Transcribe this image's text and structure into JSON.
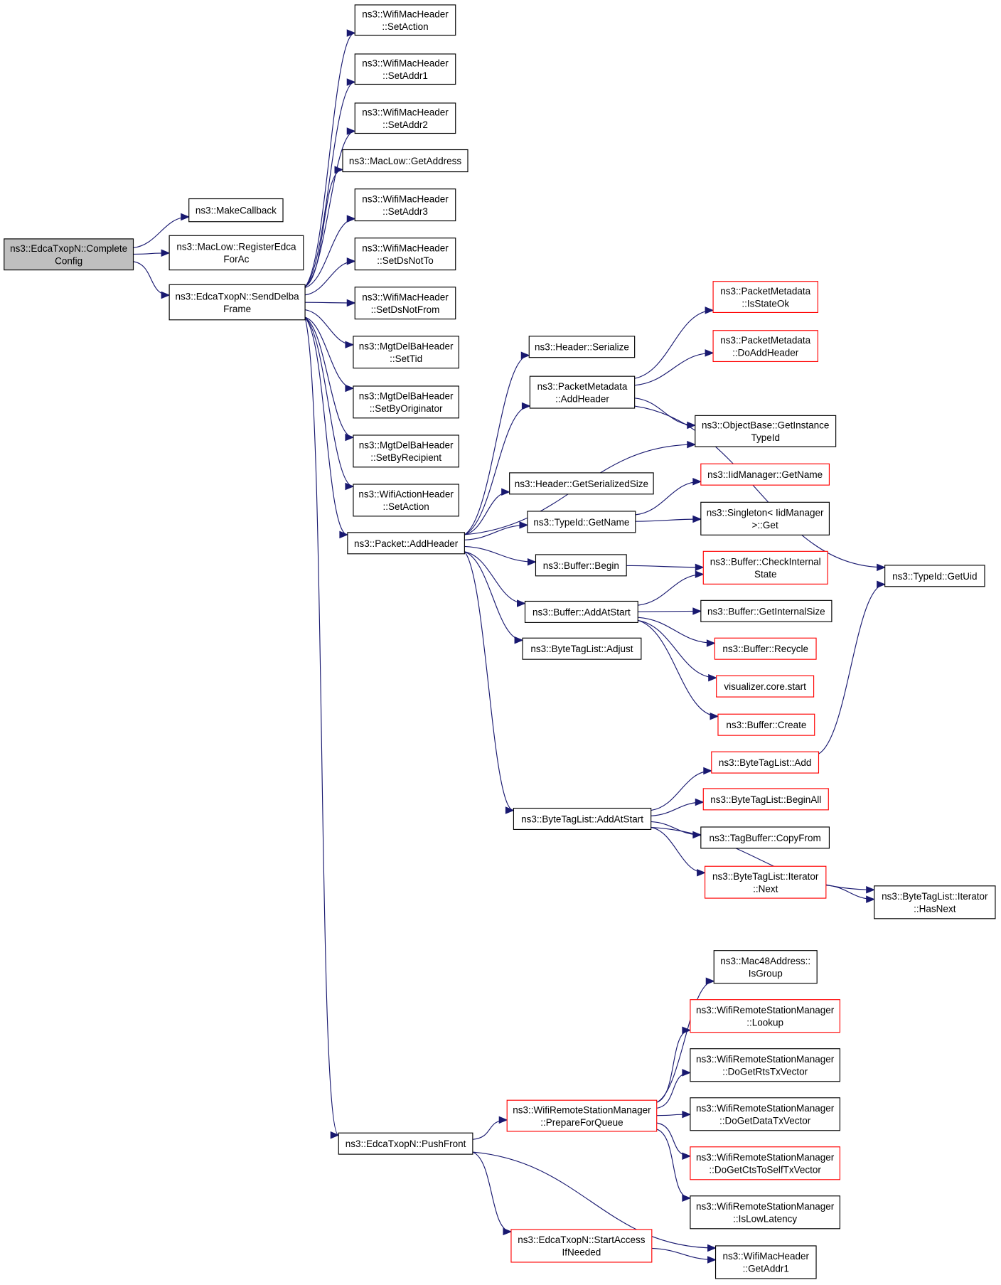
{
  "colors": {
    "edge": "#191970",
    "node_border": "#000000",
    "truncated_border": "#ff0000",
    "root_fill": "#bfbfbf",
    "node_fill": "#ffffff"
  },
  "nodes": {
    "n0": {
      "lines": [
        "ns3::EdcaTxopN::Complete",
        "Config"
      ],
      "style": "root"
    },
    "n1": {
      "lines": [
        "ns3::MakeCallback"
      ],
      "style": "normal"
    },
    "n2": {
      "lines": [
        "ns3::MacLow::RegisterEdca",
        "ForAc"
      ],
      "style": "normal"
    },
    "n3": {
      "lines": [
        "ns3::EdcaTxopN::SendDelba",
        "Frame"
      ],
      "style": "normal"
    },
    "n4": {
      "lines": [
        "ns3::WifiMacHeader",
        "::SetAction"
      ],
      "style": "normal"
    },
    "n5": {
      "lines": [
        "ns3::WifiMacHeader",
        "::SetAddr1"
      ],
      "style": "normal"
    },
    "n6": {
      "lines": [
        "ns3::WifiMacHeader",
        "::SetAddr2"
      ],
      "style": "normal"
    },
    "n7": {
      "lines": [
        "ns3::MacLow::GetAddress"
      ],
      "style": "normal"
    },
    "n8": {
      "lines": [
        "ns3::WifiMacHeader",
        "::SetAddr3"
      ],
      "style": "normal"
    },
    "n9": {
      "lines": [
        "ns3::WifiMacHeader",
        "::SetDsNotTo"
      ],
      "style": "normal"
    },
    "n10": {
      "lines": [
        "ns3::WifiMacHeader",
        "::SetDsNotFrom"
      ],
      "style": "normal"
    },
    "n11": {
      "lines": [
        "ns3::MgtDelBaHeader",
        "::SetTid"
      ],
      "style": "normal"
    },
    "n12": {
      "lines": [
        "ns3::MgtDelBaHeader",
        "::SetByOriginator"
      ],
      "style": "normal"
    },
    "n13": {
      "lines": [
        "ns3::MgtDelBaHeader",
        "::SetByRecipient"
      ],
      "style": "normal"
    },
    "n14": {
      "lines": [
        "ns3::WifiActionHeader",
        "::SetAction"
      ],
      "style": "normal"
    },
    "n15": {
      "lines": [
        "ns3::Packet::AddHeader"
      ],
      "style": "normal"
    },
    "n16": {
      "lines": [
        "ns3::EdcaTxopN::PushFront"
      ],
      "style": "normal"
    },
    "n17": {
      "lines": [
        "ns3::Header::Serialize"
      ],
      "style": "normal"
    },
    "n18": {
      "lines": [
        "ns3::PacketMetadata",
        "::AddHeader"
      ],
      "style": "normal"
    },
    "n19": {
      "lines": [
        "ns3::ObjectBase::GetInstance",
        "TypeId"
      ],
      "style": "normal"
    },
    "n20": {
      "lines": [
        "ns3::Header::GetSerializedSize"
      ],
      "style": "normal"
    },
    "n21": {
      "lines": [
        "ns3::TypeId::GetName"
      ],
      "style": "normal"
    },
    "n22": {
      "lines": [
        "ns3::Buffer::Begin"
      ],
      "style": "normal"
    },
    "n23": {
      "lines": [
        "ns3::Buffer::AddAtStart"
      ],
      "style": "normal"
    },
    "n24": {
      "lines": [
        "ns3::ByteTagList::Adjust"
      ],
      "style": "normal"
    },
    "n25": {
      "lines": [
        "ns3::ByteTagList::AddAtStart"
      ],
      "style": "normal"
    },
    "n26": {
      "lines": [
        "ns3::PacketMetadata",
        "::IsStateOk"
      ],
      "style": "truncated"
    },
    "n27": {
      "lines": [
        "ns3::PacketMetadata",
        "::DoAddHeader"
      ],
      "style": "truncated"
    },
    "n28": {
      "lines": [
        "ns3::TypeId::GetUid"
      ],
      "style": "normal"
    },
    "n29": {
      "lines": [
        "ns3::IidManager::GetName"
      ],
      "style": "truncated"
    },
    "n30": {
      "lines": [
        "ns3::Singleton< IidManager",
        ">::Get"
      ],
      "style": "normal"
    },
    "n31": {
      "lines": [
        "ns3::Buffer::CheckInternal",
        "State"
      ],
      "style": "truncated"
    },
    "n32": {
      "lines": [
        "ns3::Buffer::GetInternalSize"
      ],
      "style": "normal"
    },
    "n33": {
      "lines": [
        "ns3::Buffer::Recycle"
      ],
      "style": "truncated"
    },
    "n34": {
      "lines": [
        "visualizer.core.start"
      ],
      "style": "truncated"
    },
    "n35": {
      "lines": [
        "ns3::Buffer::Create"
      ],
      "style": "truncated"
    },
    "n36": {
      "lines": [
        "ns3::ByteTagList::Add"
      ],
      "style": "truncated"
    },
    "n37": {
      "lines": [
        "ns3::ByteTagList::BeginAll"
      ],
      "style": "truncated"
    },
    "n38": {
      "lines": [
        "ns3::TagBuffer::CopyFrom"
      ],
      "style": "normal"
    },
    "n39": {
      "lines": [
        "ns3::ByteTagList::Iterator",
        "::Next"
      ],
      "style": "truncated"
    },
    "n40": {
      "lines": [
        "ns3::ByteTagList::Iterator",
        "::HasNext"
      ],
      "style": "normal"
    },
    "n41": {
      "lines": [
        "ns3::WifiRemoteStationManager",
        "::PrepareForQueue"
      ],
      "style": "truncated"
    },
    "n42": {
      "lines": [
        "ns3::EdcaTxopN::StartAccess",
        "IfNeeded"
      ],
      "style": "truncated"
    },
    "n43": {
      "lines": [
        "ns3::WifiMacHeader",
        "::GetAddr1"
      ],
      "style": "normal"
    },
    "n44": {
      "lines": [
        "ns3::Mac48Address::",
        "IsGroup"
      ],
      "style": "normal"
    },
    "n45": {
      "lines": [
        "ns3::WifiRemoteStationManager",
        "::Lookup"
      ],
      "style": "truncated"
    },
    "n46": {
      "lines": [
        "ns3::WifiRemoteStationManager",
        "::DoGetRtsTxVector"
      ],
      "style": "normal"
    },
    "n47": {
      "lines": [
        "ns3::WifiRemoteStationManager",
        "::DoGetDataTxVector"
      ],
      "style": "normal"
    },
    "n48": {
      "lines": [
        "ns3::WifiRemoteStationManager",
        "::DoGetCtsToSelfTxVector"
      ],
      "style": "truncated"
    },
    "n49": {
      "lines": [
        "ns3::WifiRemoteStationManager",
        "::IsLowLatency"
      ],
      "style": "normal"
    }
  },
  "edges": [
    [
      "n0",
      "n1"
    ],
    [
      "n0",
      "n2"
    ],
    [
      "n0",
      "n3"
    ],
    [
      "n3",
      "n4"
    ],
    [
      "n3",
      "n5"
    ],
    [
      "n3",
      "n6"
    ],
    [
      "n3",
      "n7"
    ],
    [
      "n3",
      "n8"
    ],
    [
      "n3",
      "n9"
    ],
    [
      "n3",
      "n10"
    ],
    [
      "n3",
      "n11"
    ],
    [
      "n3",
      "n12"
    ],
    [
      "n3",
      "n13"
    ],
    [
      "n3",
      "n14"
    ],
    [
      "n3",
      "n15"
    ],
    [
      "n3",
      "n16"
    ],
    [
      "n15",
      "n17"
    ],
    [
      "n15",
      "n18"
    ],
    [
      "n15",
      "n19"
    ],
    [
      "n15",
      "n20"
    ],
    [
      "n15",
      "n21"
    ],
    [
      "n15",
      "n22"
    ],
    [
      "n15",
      "n23"
    ],
    [
      "n15",
      "n24"
    ],
    [
      "n15",
      "n25"
    ],
    [
      "n18",
      "n26"
    ],
    [
      "n18",
      "n27"
    ],
    [
      "n18",
      "n28"
    ],
    [
      "n18",
      "n19"
    ],
    [
      "n21",
      "n29"
    ],
    [
      "n21",
      "n30"
    ],
    [
      "n22",
      "n31"
    ],
    [
      "n23",
      "n31"
    ],
    [
      "n23",
      "n32"
    ],
    [
      "n23",
      "n33"
    ],
    [
      "n23",
      "n34"
    ],
    [
      "n23",
      "n35"
    ],
    [
      "n25",
      "n36"
    ],
    [
      "n25",
      "n37"
    ],
    [
      "n25",
      "n38"
    ],
    [
      "n25",
      "n39"
    ],
    [
      "n25",
      "n40"
    ],
    [
      "n36",
      "n28"
    ],
    [
      "n39",
      "n40"
    ],
    [
      "n16",
      "n41"
    ],
    [
      "n16",
      "n42"
    ],
    [
      "n16",
      "n43"
    ],
    [
      "n41",
      "n44"
    ],
    [
      "n41",
      "n45"
    ],
    [
      "n41",
      "n46"
    ],
    [
      "n41",
      "n47"
    ],
    [
      "n41",
      "n48"
    ],
    [
      "n41",
      "n49"
    ],
    [
      "n42",
      "n43"
    ]
  ]
}
